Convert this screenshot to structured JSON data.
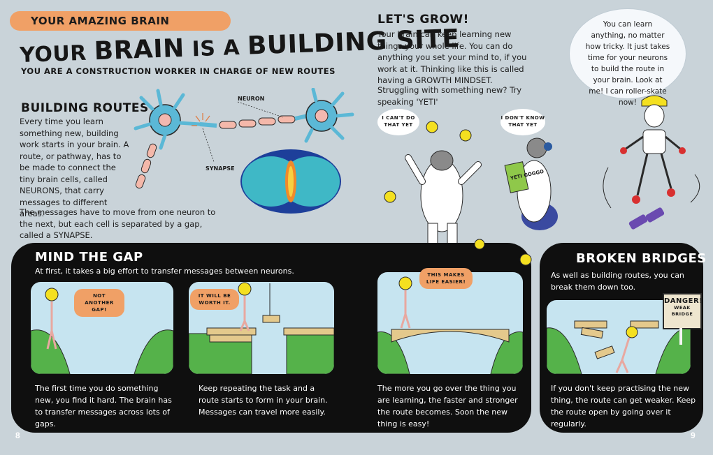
{
  "left_page": {
    "section_tag": "YOUR AMAZING BRAIN",
    "title_parts": [
      "YOUR",
      "BRAIN",
      "IS A",
      "BUILDING SITE"
    ],
    "subtitle": "YOU ARE A CONSTRUCTION WORKER IN CHARGE OF NEW ROUTES",
    "building_routes": {
      "heading": "BUILDING ROUTES",
      "para1": "Every time you learn something new, building work starts in your brain. A route, or pathway, has to be made to connect the tiny brain cells, called NEURONS, that carry messages to different areas.",
      "para2": "The messages have to move from one neuron to the next, but each cell is separated by a gap, called a SYNAPSE."
    },
    "diagram_labels": {
      "neuron": "NEURON",
      "synapse": "SYNAPSE"
    },
    "page_number": "8"
  },
  "right_page": {
    "lets_grow": {
      "heading": "LET'S GROW!",
      "para1": "Your brain can keep learning new things your whole life. You can do anything you set your mind to, if you work at it. Thinking like this is called having a GROWTH MINDSET.",
      "para2": "Struggling with something new? Try speaking 'YETI'"
    },
    "yeti_bubble_1": "I CAN'T DO THAT YET",
    "yeti_bubble_2": "I DON'T KNOW THAT YET",
    "book_title": "YETI GOGGO",
    "skeleton_bubble": "You can learn anything, no matter how tricky. It just takes time for your neurons to build the route in your brain. Look at me! I can roller-skate now!",
    "page_number": "9"
  },
  "mind_the_gap": {
    "heading": "MIND THE GAP",
    "intro": "At first, it takes a big effort to transfer messages between neurons.",
    "panels": [
      {
        "bubble": "NOT ANOTHER GAP!",
        "caption": "The first time you do something new, you find it hard. The brain has to transfer messages across lots of gaps."
      },
      {
        "bubble": "IT WILL BE WORTH IT.",
        "caption": "Keep repeating the task and a route starts to form in your brain. Messages can travel more easily."
      },
      {
        "bubble": "THIS MAKES LIFE EASIER!",
        "caption": "The more you go over the thing you are learning, the faster and stronger the route becomes. Soon the new thing is easy!"
      }
    ]
  },
  "broken_bridges": {
    "heading": "BROKEN BRIDGES",
    "intro": "As well as building routes, you can break them down too.",
    "sign_title": "DANGER!",
    "sign_sub": "WEAK BRIDGE",
    "caption": "If you don't keep practising the new thing, the route can get weaker. Keep the route open by going over it regularly."
  },
  "colors": {
    "background": "#c9d3d9",
    "accent_orange": "#f0a066",
    "panel_black": "#0f0f0f",
    "sky_blue": "#c6e4f0",
    "grass_green": "#55b24a",
    "bridge_tan": "#e4c98c",
    "ball_yellow": "#f4e020"
  }
}
